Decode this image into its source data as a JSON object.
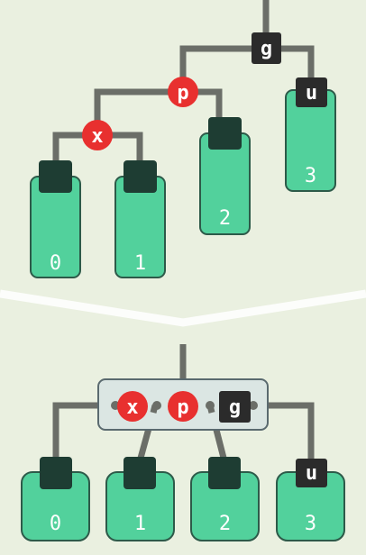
{
  "colors": {
    "background": "#eaf0e0",
    "line": "#6b6e68",
    "black_node": "#2b2b2b",
    "red_node": "#e8302f",
    "subtree_fill": "#52d19c",
    "subtree_stroke": "#2d5a49",
    "subtree_cap": "#1e3d33",
    "group_fill": "#dbe6e3",
    "group_stroke": "#5a6a6f",
    "divider": "#ffffff"
  },
  "before": {
    "nodes": {
      "g": "g",
      "p": "p",
      "x": "x",
      "u": "u"
    },
    "subtrees": [
      "0",
      "1",
      "2",
      "3"
    ]
  },
  "after": {
    "nodes": {
      "x": "x",
      "p": "p",
      "g": "g",
      "u": "u"
    },
    "subtrees": [
      "0",
      "1",
      "2",
      "3"
    ]
  }
}
